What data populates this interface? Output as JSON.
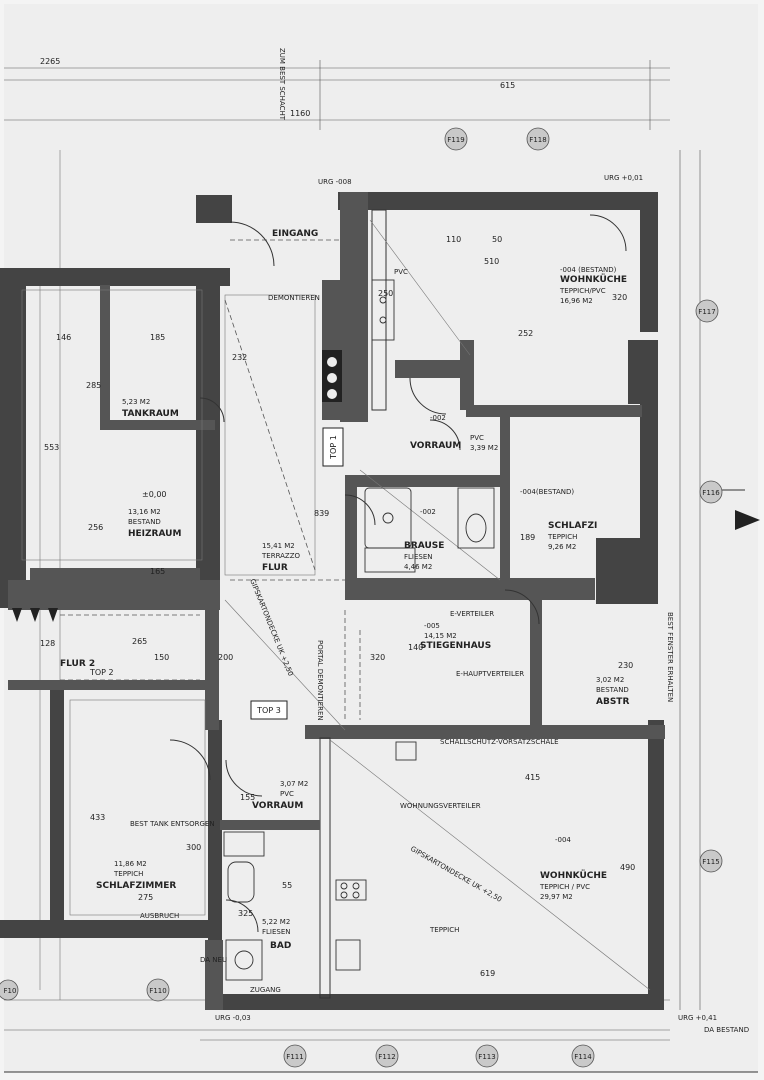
{
  "plan": {
    "rooms": {
      "wohnkueche_top": {
        "name": "WOHNKÜCHE",
        "floor": "TEPPICH/PVC",
        "area": "16,96 M2",
        "number": "-004 (BESTAND)"
      },
      "wohnkueche_bottom": {
        "name": "WOHNKÜCHE",
        "floor": "TEPPICH / PVC",
        "area": "29,97 M2",
        "number": "-004"
      },
      "schlafzimmer_top": {
        "name": "SCHLAFZI",
        "floor": "TEPPICH",
        "area": "9,26 M2",
        "number": "-004(BESTAND)"
      },
      "vorraum_top": {
        "name": "VORRAUM",
        "floor": "PVC",
        "area": "3,39 M2",
        "number": "-002"
      },
      "brause": {
        "name": "BRAUSE",
        "floor": "FLIESEN",
        "area": "4,46 M2",
        "number": "-002"
      },
      "stiegenhaus": {
        "name": "STIEGENHAUS",
        "area": "14,15 M2",
        "number": "-005"
      },
      "abstr": {
        "name": "ABSTR",
        "floor": "BESTAND",
        "area": "3,02 M2"
      },
      "flur": {
        "name": "FLUR",
        "floor": "TERRAZZO",
        "area": "15,41 M2"
      },
      "flur2": {
        "name": "FLUR 2"
      },
      "heizraum": {
        "name": "HEIZRAUM",
        "floor": "BESTAND",
        "area": "13,16 M2"
      },
      "tankraum": {
        "name": "TANKRAUM",
        "area": "5,23 M2"
      },
      "eingang": {
        "name": "EINGANG"
      },
      "vorraum_bottom": {
        "name": "VORRAUM",
        "floor": "PVC",
        "area": "3,07 M2"
      },
      "bad": {
        "name": "BAD",
        "floor": "FLIESEN",
        "area": "5,22 M2"
      },
      "schlafzimmer_bottom": {
        "name": "SCHLAFZIMMER",
        "floor": "TEPPICH",
        "area": "11,86 M2"
      }
    },
    "tops": [
      "TOP 1",
      "TOP 2",
      "TOP 3"
    ],
    "dimensions": {
      "d_2265": "2265",
      "d_1160": "1160",
      "d_615": "615",
      "d_320a": "320",
      "d_320b": "320",
      "d_510": "510",
      "d_252": "252",
      "d_250": "250",
      "d_553": "553",
      "d_256": "256",
      "d_285": "285",
      "d_146": "146",
      "d_185": "185",
      "d_232": "232",
      "d_839": "839",
      "d_265": "265",
      "d_165": "165",
      "d_433": "433",
      "d_415": "415",
      "d_619": "619",
      "d_490": "490",
      "d_230": "230",
      "d_189": "189",
      "d_155": "155",
      "d_150": "150",
      "d_128": "128",
      "d_300": "300",
      "d_275": "275",
      "d_325": "325",
      "d_55": "55",
      "d_140": "140",
      "d_200": "200",
      "d_110": "110",
      "d_50": "50"
    },
    "bubbles": [
      "F111",
      "F112",
      "F113",
      "F114",
      "F115",
      "F116",
      "F117",
      "F118",
      "F119",
      "F110",
      "F10"
    ],
    "notes": {
      "zum_schacht": "ZUM BEST SCHACHT",
      "best_fenster": "BEST FENSTER ERHALTEN",
      "urg_008": "URG -008",
      "urg_001": "URG +0,01",
      "urg_041": "URG +0,41",
      "urg_003": "URG -0,03",
      "pm000": "±0,00",
      "gipskarton_top": "GIPSKARTONDECKE UK +2,50",
      "gipskarton_bottom": "GIPSKARTONDECKE UK +2,50",
      "wohnungsverteiler": "WOHNUNGSVERTEILER",
      "e_verteiler": "E-VERTEILER",
      "e_hauptverteiler": "E-HAUPTVERTEILER",
      "portal": "PORTAL DEMONTIEREN",
      "schallschutz": "SCHALLSCHUTZ-VORSATZSCHALE",
      "pvc": "PVC",
      "teppich": "TEPPICH",
      "best_tank": "BEST TANK ENTSORGEN",
      "zugang": "ZUGANG",
      "da_neu": "DA NEU",
      "da_bestand": "DA BESTAND",
      "ausbruch": "AUSBRUCH",
      "demontieren": "DEMONTIEREN"
    }
  }
}
